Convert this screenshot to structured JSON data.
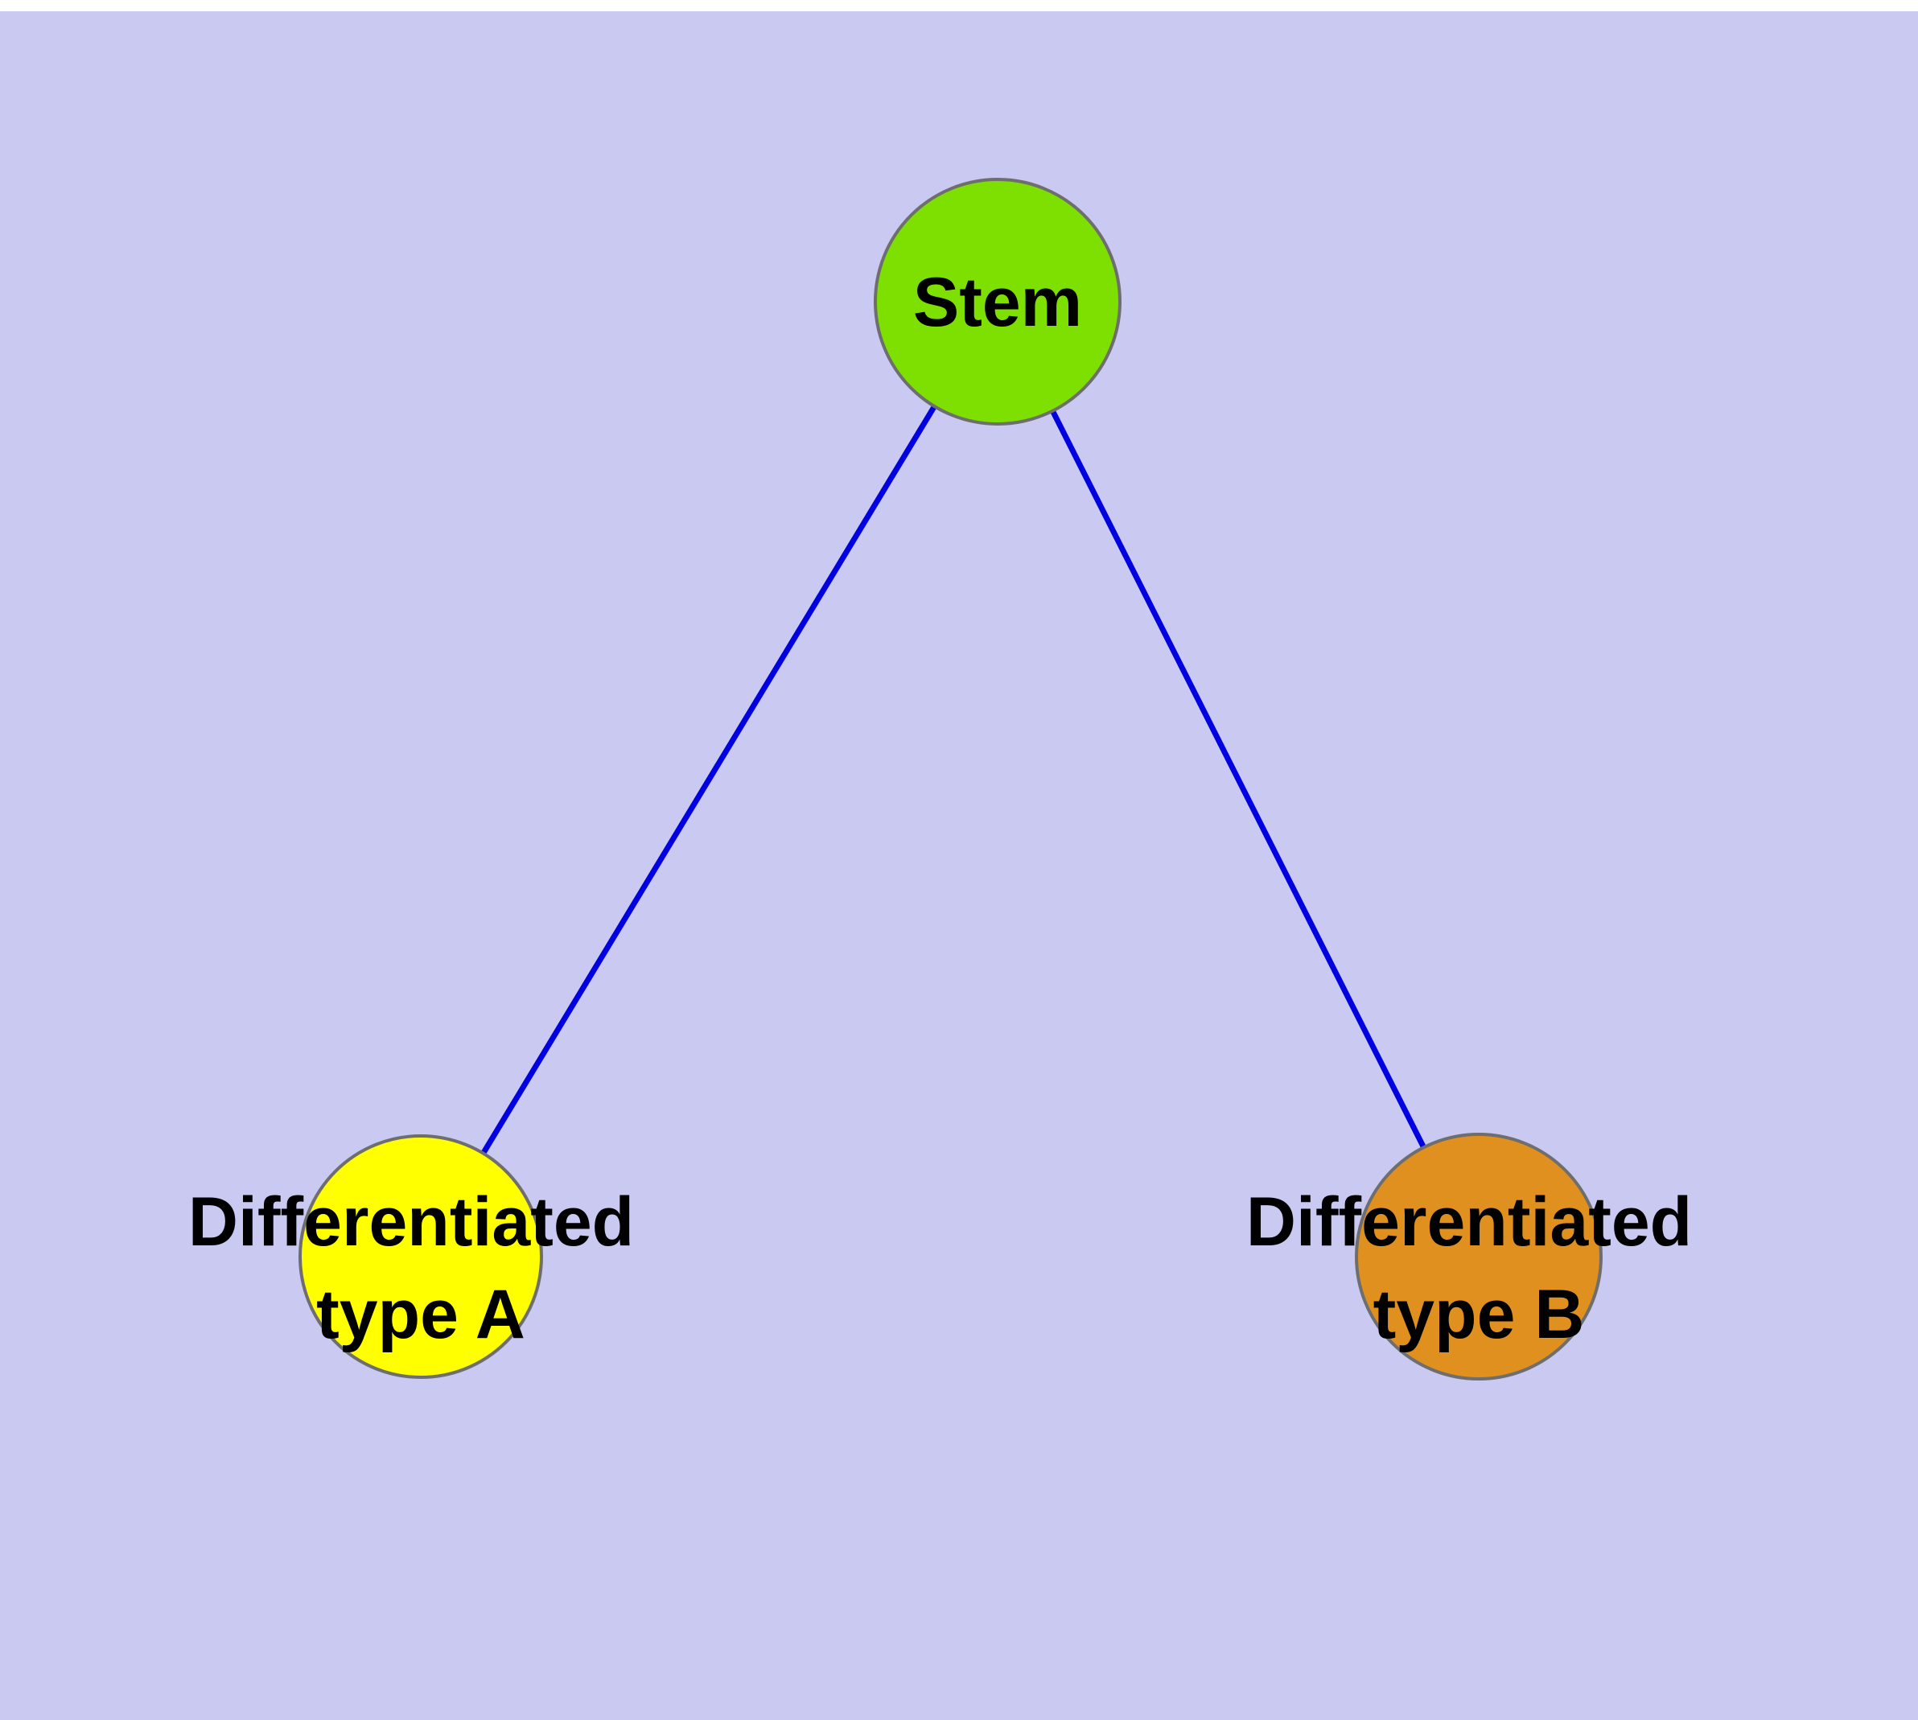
{
  "diagram": {
    "background_color": "#c9c9f1",
    "top_strip_color": "#ffffff",
    "edge_color": "#0000e0",
    "node_border_color": "#6e6e6e",
    "label_color": "#000000",
    "nodes": [
      {
        "id": "stem",
        "label": "Stem",
        "fill": "#7de000"
      },
      {
        "id": "differentiated-type-a",
        "label_line1": "Differentiated",
        "label_line2": "type A",
        "fill": "#ffff00"
      },
      {
        "id": "differentiated-type-b",
        "label_line1": "Differentiated",
        "label_line2": "type B",
        "fill": "#e0901e"
      }
    ],
    "edges": [
      {
        "from": "Stem",
        "to": "Differentiated type A"
      },
      {
        "from": "Stem",
        "to": "Differentiated type B"
      }
    ]
  }
}
